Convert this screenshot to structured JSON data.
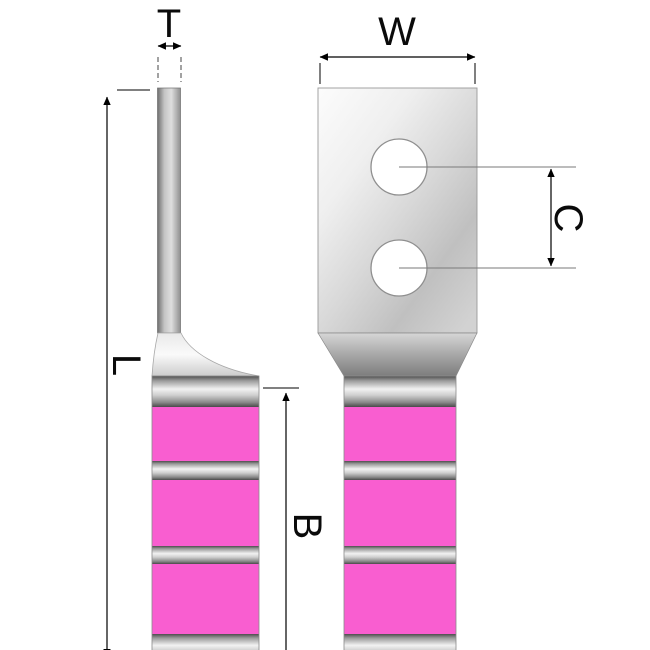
{
  "dimensions": {
    "tab_thickness": "T",
    "tab_width": "W",
    "overall_length": "L",
    "hole_center_distance": "C",
    "barrel_length": "B"
  },
  "colors": {
    "sleeve_pink": "#f95ed0",
    "metal_highlight": "#f2f2f2",
    "metal_shadow": "#4e4e4e",
    "dimension_line": "#000000"
  }
}
